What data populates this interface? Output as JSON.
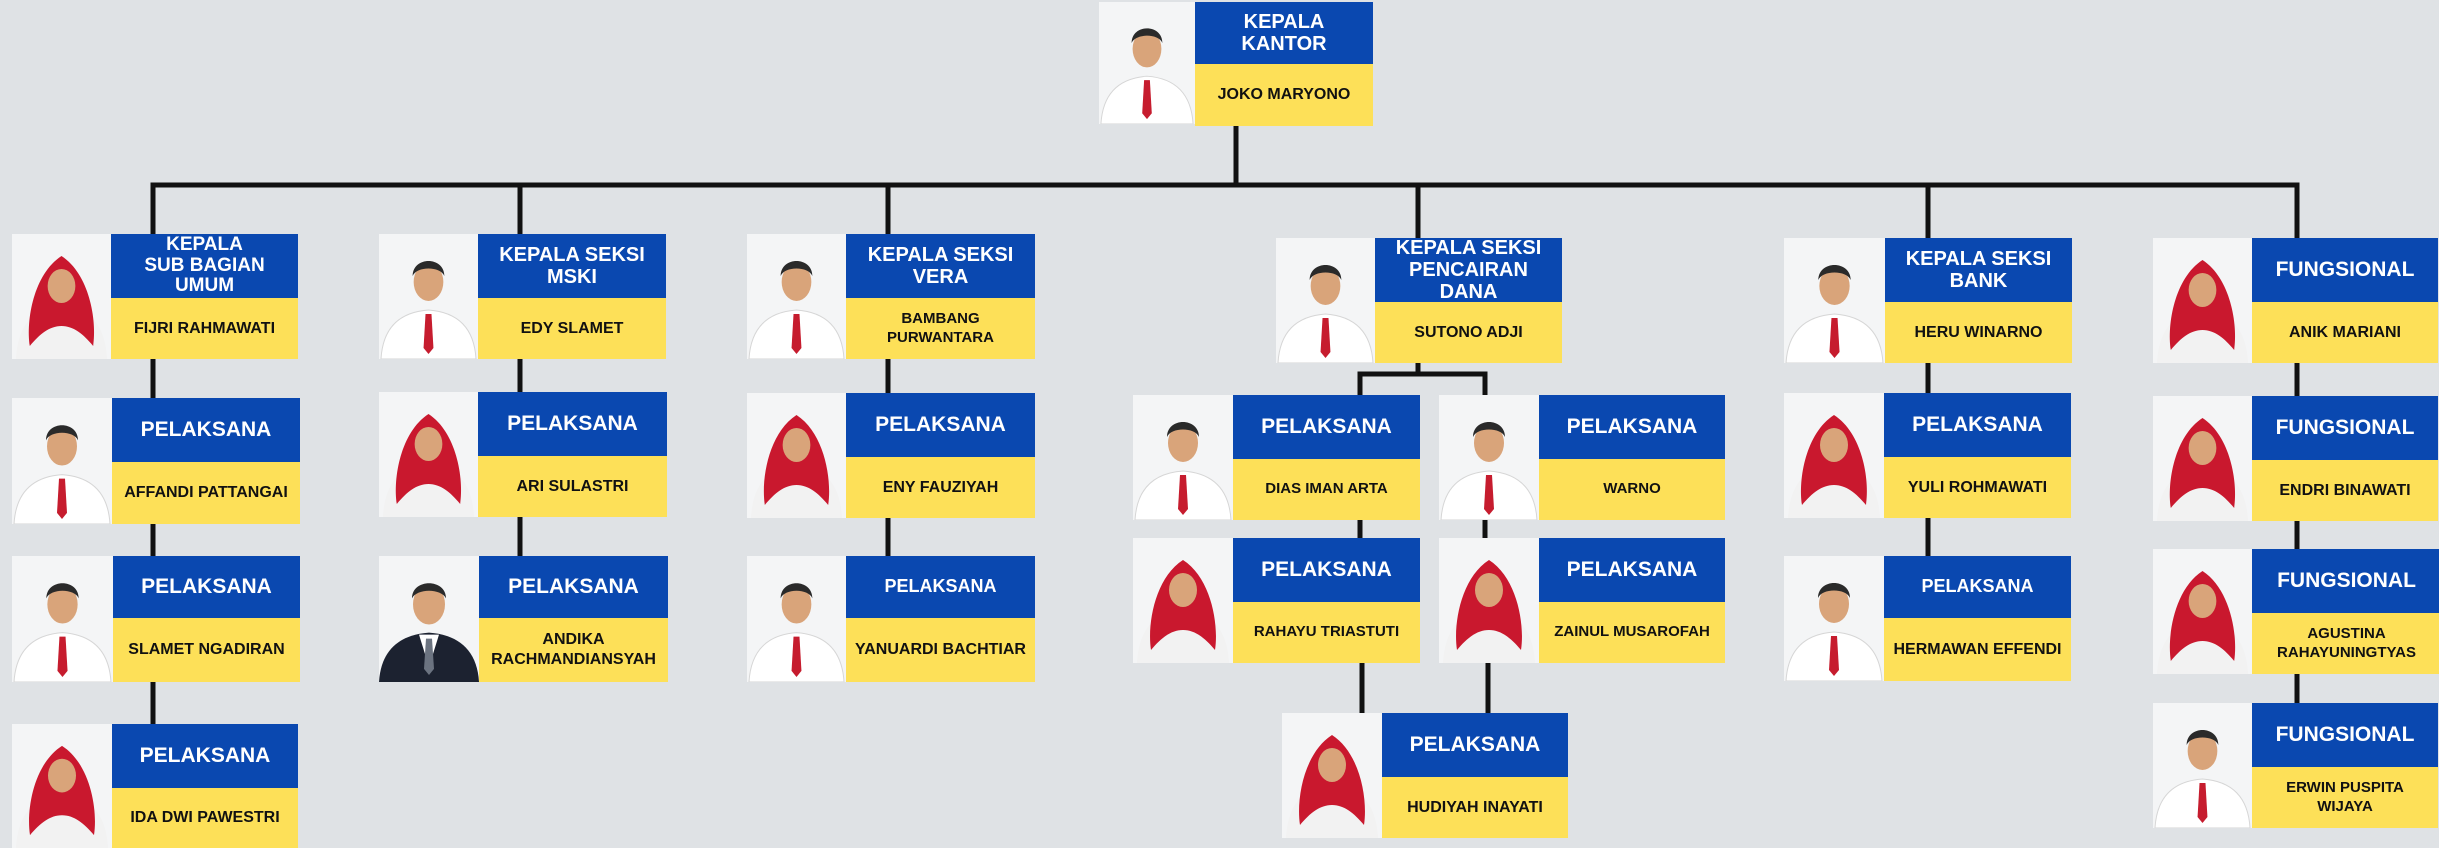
{
  "colors": {
    "role_bg": "#0a48b0",
    "name_bg": "#fde058",
    "line": "#111111",
    "background": "#dfe2e5"
  },
  "nodes": {
    "head": {
      "role": "KEPALA KANTOR",
      "name": "JOKO MARYONO",
      "photo": "person-icon"
    },
    "umum": {
      "role": "KEPALA\nSUB BAGIAN UMUM",
      "name": "FIJRI RAHMAWATI",
      "photo": "person-hijab-icon"
    },
    "umum1": {
      "role": "PELAKSANA",
      "name": "AFFANDI PATTANGAI",
      "photo": "person-icon"
    },
    "umum2": {
      "role": "PELAKSANA",
      "name": "SLAMET NGADIRAN",
      "photo": "person-icon"
    },
    "umum3": {
      "role": "PELAKSANA",
      "name": "IDA DWI PAWESTRI",
      "photo": "person-hijab-icon"
    },
    "mski": {
      "role": "KEPALA SEKSI\nMSKI",
      "name": "EDY SLAMET",
      "photo": "person-icon"
    },
    "mski1": {
      "role": "PELAKSANA",
      "name": "ARI SULASTRI",
      "photo": "person-hijab-icon"
    },
    "mski2": {
      "role": "PELAKSANA",
      "name": "ANDIKA\nRACHMANDIANSYAH",
      "photo": "person-suit-icon"
    },
    "vera": {
      "role": "KEPALA SEKSI\nVERA",
      "name": "BAMBANG\nPURWANTARA",
      "photo": "person-icon"
    },
    "vera1": {
      "role": "PELAKSANA",
      "name": "ENY FAUZIYAH",
      "photo": "person-hijab-icon"
    },
    "vera2": {
      "role": "PELAKSANA",
      "name": "YANUARDI BACHTIAR",
      "photo": "person-icon"
    },
    "pd": {
      "role": "KEPALA SEKSI\nPENCAIRAN DANA",
      "name": "SUTONO ADJI",
      "photo": "person-icon"
    },
    "pd1": {
      "role": "PELAKSANA",
      "name": "DIAS IMAN ARTA",
      "photo": "person-icon"
    },
    "pd2": {
      "role": "PELAKSANA",
      "name": "WARNO",
      "photo": "person-icon"
    },
    "pd3": {
      "role": "PELAKSANA",
      "name": "RAHAYU TRIASTUTI",
      "photo": "person-hijab-icon"
    },
    "pd4": {
      "role": "PELAKSANA",
      "name": "ZAINUL MUSAROFAH",
      "photo": "person-hijab-icon"
    },
    "pd5": {
      "role": "PELAKSANA",
      "name": "HUDIYAH INAYATI",
      "photo": "person-hijab-icon"
    },
    "bank": {
      "role": "KEPALA SEKSI\nBANK",
      "name": "HERU WINARNO",
      "photo": "person-icon"
    },
    "bank1": {
      "role": "PELAKSANA",
      "name": "YULI ROHMAWATI",
      "photo": "person-hijab-icon"
    },
    "bank2": {
      "role": "PELAKSANA",
      "name": "HERMAWAN EFFENDI",
      "photo": "person-icon"
    },
    "fung1": {
      "role": "FUNGSIONAL",
      "name": "ANIK MARIANI",
      "photo": "person-hijab-icon"
    },
    "fung2": {
      "role": "FUNGSIONAL",
      "name": "ENDRI BINAWATI",
      "photo": "person-hijab-icon"
    },
    "fung3": {
      "role": "FUNGSIONAL",
      "name": "AGUSTINA\nRAHAYUNINGTYAS",
      "photo": "person-hijab-icon"
    },
    "fung4": {
      "role": "FUNGSIONAL",
      "name": "ERWIN PUSPITA\nWIJAYA",
      "photo": "person-icon"
    }
  }
}
